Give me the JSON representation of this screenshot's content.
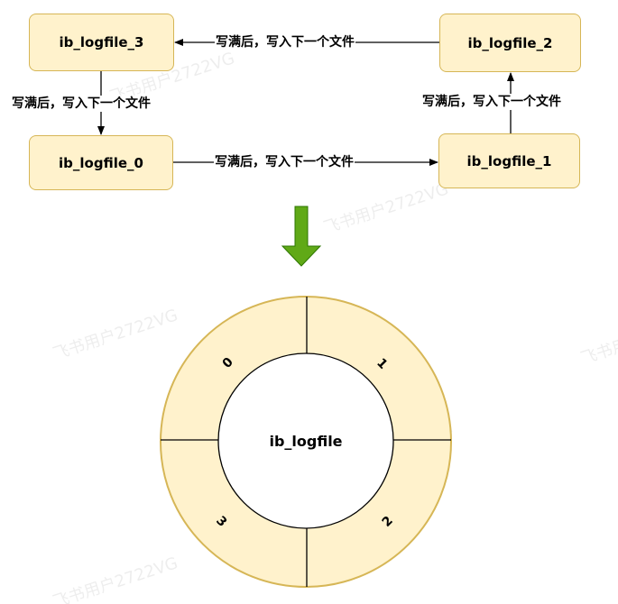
{
  "colors": {
    "node_fill": "#fff2cc",
    "node_stroke": "#d6b656",
    "down_arrow": "#60a917",
    "ring_fill": "#fff2cc",
    "ring_stroke": "#d6b656"
  },
  "nodes": {
    "file0": "ib_logfile_0",
    "file1": "ib_logfile_1",
    "file2": "ib_logfile_2",
    "file3": "ib_logfile_3"
  },
  "edge_label": "写满后，写入下一个文件",
  "ring": {
    "center_label": "ib_logfile",
    "segments": [
      "0",
      "1",
      "2",
      "3"
    ]
  },
  "watermark": "飞书用户2722VG"
}
